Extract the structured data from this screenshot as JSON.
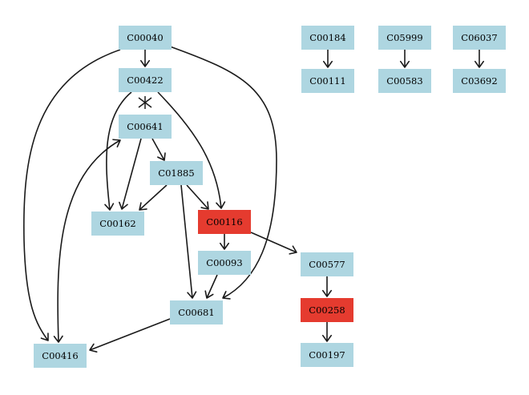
{
  "colors": {
    "normal": "#aed6e1",
    "highlight": "#e53b2f",
    "edge": "#1a1a1a"
  },
  "nodes": [
    {
      "id": "C00040",
      "label": "C00040",
      "status": "normal"
    },
    {
      "id": "C00422",
      "label": "C00422",
      "status": "normal"
    },
    {
      "id": "C00641",
      "label": "C00641",
      "status": "normal"
    },
    {
      "id": "C01885",
      "label": "C01885",
      "status": "normal"
    },
    {
      "id": "C00162",
      "label": "C00162",
      "status": "normal"
    },
    {
      "id": "C00116",
      "label": "C00116",
      "status": "highlight"
    },
    {
      "id": "C00093",
      "label": "C00093",
      "status": "normal"
    },
    {
      "id": "C00681",
      "label": "C00681",
      "status": "normal"
    },
    {
      "id": "C00416",
      "label": "C00416",
      "status": "normal"
    },
    {
      "id": "C00577",
      "label": "C00577",
      "status": "normal"
    },
    {
      "id": "C00258",
      "label": "C00258",
      "status": "highlight"
    },
    {
      "id": "C00197",
      "label": "C00197",
      "status": "normal"
    },
    {
      "id": "C00184",
      "label": "C00184",
      "status": "normal"
    },
    {
      "id": "C00111",
      "label": "C00111",
      "status": "normal"
    },
    {
      "id": "C05999",
      "label": "C05999",
      "status": "normal"
    },
    {
      "id": "C00583",
      "label": "C00583",
      "status": "normal"
    },
    {
      "id": "C06037",
      "label": "C06037",
      "status": "normal"
    },
    {
      "id": "C03692",
      "label": "C03692",
      "status": "normal"
    }
  ],
  "edges": [
    {
      "from": "C00040",
      "to": "C00422"
    },
    {
      "from": "C00040",
      "to": "C00416"
    },
    {
      "from": "C00040",
      "to": "C00681"
    },
    {
      "from": "C00422",
      "to": "C00162"
    },
    {
      "from": "C00422",
      "to": "C00116"
    },
    {
      "from": "C00641",
      "to": "C01885"
    },
    {
      "from": "C00641",
      "to": "C00162"
    },
    {
      "from": "C01885",
      "to": "C00162"
    },
    {
      "from": "C01885",
      "to": "C00116"
    },
    {
      "from": "C01885",
      "to": "C00681"
    },
    {
      "from": "C00116",
      "to": "C00093"
    },
    {
      "from": "C00116",
      "to": "C00577"
    },
    {
      "from": "C00093",
      "to": "C00681"
    },
    {
      "from": "C00681",
      "to": "C00416"
    },
    {
      "from": "C00416",
      "to": "C00641",
      "bidirectional": true
    },
    {
      "from": "C00577",
      "to": "C00258"
    },
    {
      "from": "C00258",
      "to": "C00197"
    },
    {
      "from": "C00184",
      "to": "C00111"
    },
    {
      "from": "C05999",
      "to": "C00583"
    },
    {
      "from": "C06037",
      "to": "C03692"
    }
  ]
}
